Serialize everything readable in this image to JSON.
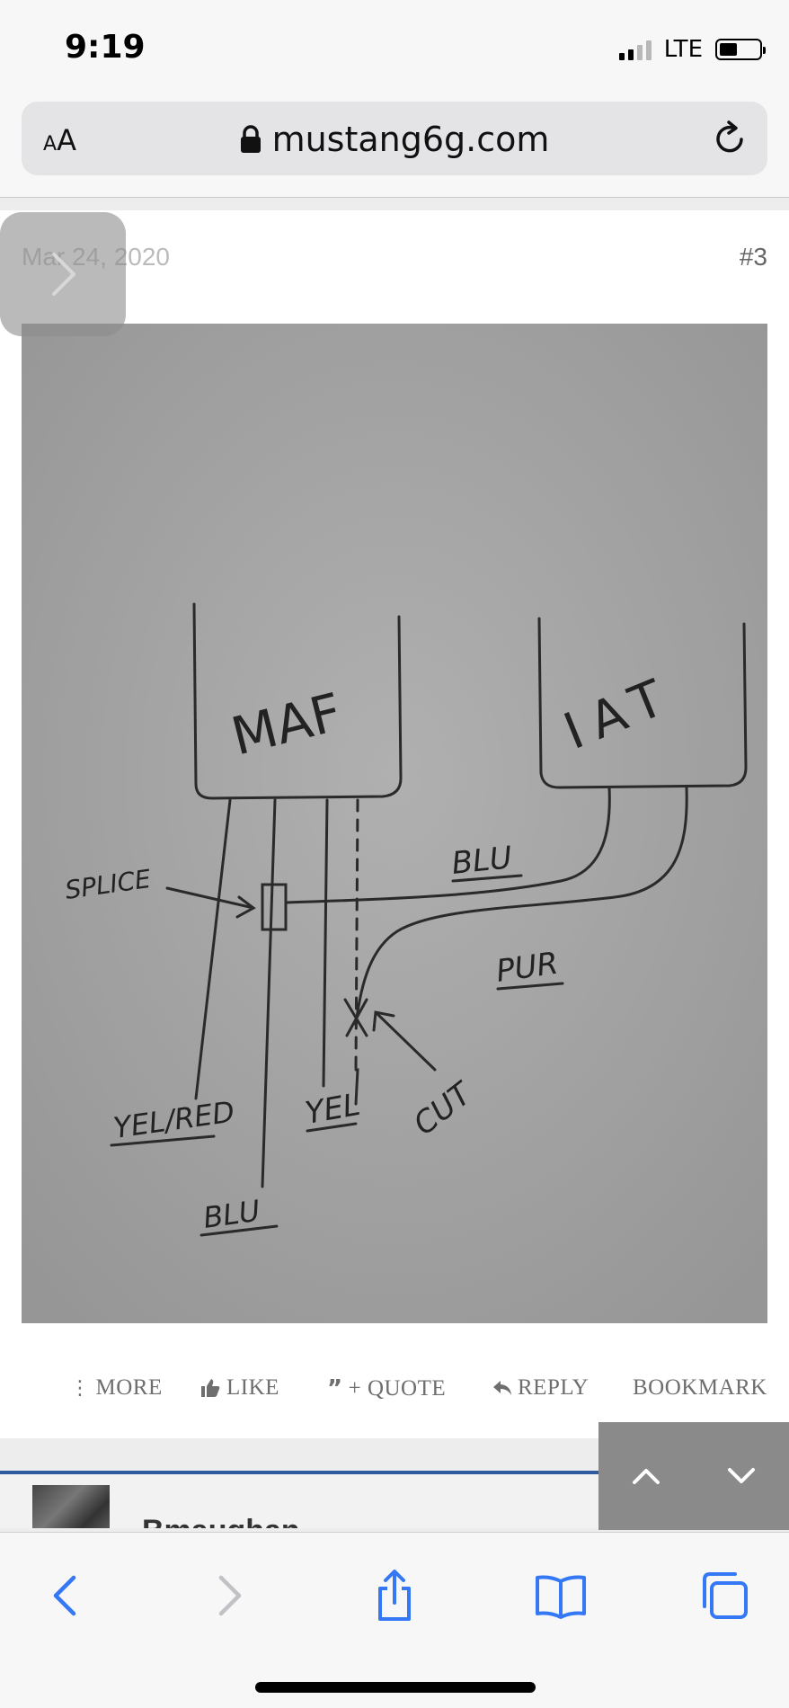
{
  "status": {
    "time": "9:19",
    "network": "LTE",
    "battery_level": 0.45
  },
  "browser": {
    "font_size_small": "A",
    "font_size_large": "A",
    "url": "mustang6g.com"
  },
  "post": {
    "date": "Mar 24, 2020",
    "number": "#3",
    "image_labels": {
      "maf": "MAF",
      "iat": "IAT",
      "splice": "SPLICE",
      "blu_upper": "BLU",
      "pur": "PUR",
      "cut": "CUT",
      "yel_red": "YEL/RED",
      "yel": "YEL",
      "blu_lower": "BLU"
    },
    "actions": {
      "more": "MORE",
      "like": "LIKE",
      "quote": "+ QUOTE",
      "reply": "REPLY",
      "bookmark": "BOOKMARK"
    }
  },
  "next_post": {
    "username": "Bmaughan"
  },
  "icons": {
    "lock": "lock-icon",
    "reload": "reload-icon",
    "back": "chevron-left-icon",
    "forward": "chevron-right-icon",
    "share": "share-icon",
    "bookmarks": "book-icon",
    "tabs": "tabs-icon"
  },
  "colors": {
    "accent": "#3478f6",
    "divider": "#2f5a9e",
    "paper": "#a6a6a6"
  }
}
